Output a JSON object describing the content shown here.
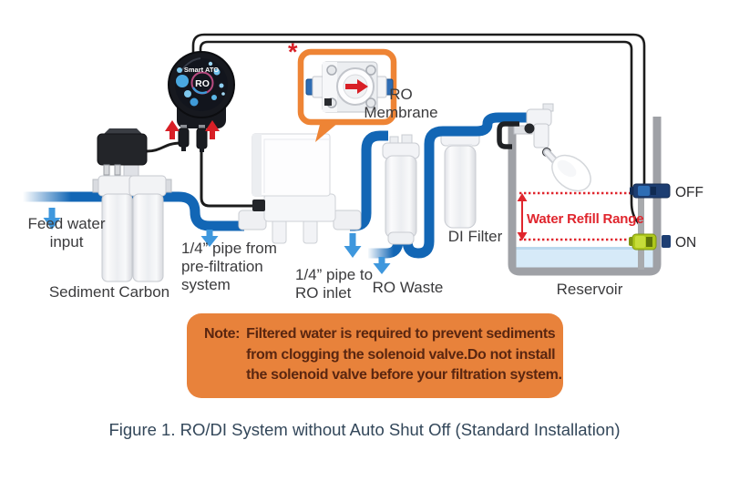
{
  "colors": {
    "pipe_blue": "#1266b5",
    "flow_arrow_blue": "#3e97dd",
    "accent_orange": "#e8823b",
    "alert_red": "#e0252d",
    "note_text_brown": "#5a2610",
    "caption_slate": "#33475a",
    "label_gray": "#3b3b3d",
    "wire_black": "#1c1c1c",
    "tank_gray": "#9fa1a6",
    "water_blue": "#d6eaf8",
    "sensor_off_navy": "#1d3e72",
    "sensor_on_green": "#aec81c"
  },
  "diagram": {
    "smart_ato": {
      "brand": "Smart ATO",
      "screen": "RO"
    },
    "callout_marker": "*",
    "labels": {
      "feed_water": "Feed water\ninput",
      "sediment_carbon": "Sediment Carbon",
      "pipe_from_prefilter": "1/4” pipe from\npre-filtration\nsystem",
      "pipe_to_ro_inlet": "1/4” pipe to\nRO inlet",
      "ro_membrane": "RO\nMembrane",
      "ro_waste": "RO Waste",
      "di_filter": "DI Filter",
      "reservoir": "Reservoir",
      "water_refill_range": "Water Refill Range",
      "sensor_off": "OFF",
      "sensor_on": "ON"
    },
    "note": {
      "prefix": "Note:",
      "lines": [
        "Filtered water is required to prevent sediments",
        "from clogging the solenoid valve.Do not install",
        "the solenoid valve before your filtration system."
      ]
    },
    "caption": "Figure 1. RO/DI System without Auto Shut Off (Standard Installation)"
  }
}
